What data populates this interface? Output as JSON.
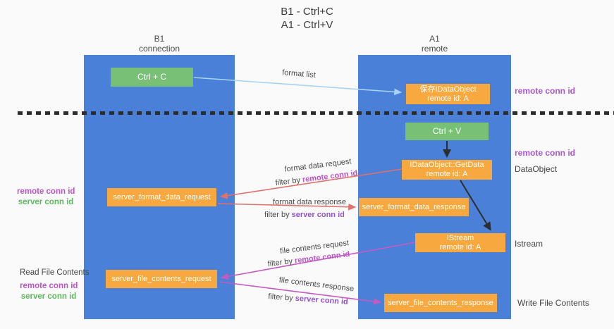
{
  "title": {
    "line1": "B1 - Ctrl+C",
    "line2": "A1 - Ctrl+V"
  },
  "lanes": {
    "left": {
      "header_line1": "B1",
      "header_line2": "connection"
    },
    "right": {
      "header_line1": "A1",
      "header_line2": "remote"
    }
  },
  "boxes": {
    "ctrl_c": "Ctrl + C",
    "ctrl_v": "Ctrl + V",
    "save_idataobject": {
      "line1": "保存IDataObject",
      "line2": "remote id: A"
    },
    "getdata": {
      "line1": "IDataObject::GetData",
      "line2": "remote id: A"
    },
    "istream": {
      "line1": "IStream",
      "line2": "remote id: A"
    },
    "format_request": "server_format_data_request",
    "format_response": "server_format_data_response",
    "file_request": "server_file_contents_request",
    "file_response": "server_file_contents_response"
  },
  "arrow_labels": {
    "format_list": "format list",
    "format_data_request": "format data request",
    "format_data_response": "format data response",
    "file_contents_request": "file contents request",
    "file_contents_response": "file contents response",
    "filter_by": "filter by ",
    "remote_conn_id": "remote conn id",
    "server_conn_id": "server conn id"
  },
  "side_labels": {
    "remote_conn_id_top": "remote conn id",
    "remote_conn_id_mid": "remote conn id",
    "dataobject": "DataObject",
    "istream": "Istream",
    "write_file_contents": "Write File Contents",
    "read_file_contents": "Read File Contents",
    "left_remote_conn_id_1": "remote conn id",
    "left_server_conn_id_1": "server conn id",
    "left_remote_conn_id_2": "remote conn id",
    "left_server_conn_id_2": "server conn id"
  },
  "colors": {
    "lane_blue": "#4a80d8",
    "box_orange": "#f7a83e",
    "box_green": "#79c077",
    "arrow_lightblue": "#a8d3f2",
    "arrow_red": "#e0706b",
    "arrow_magenta": "#c45bc0",
    "arrow_black": "#2d2d2d",
    "text_dark": "#444444",
    "remote_magenta": "#bc53c5",
    "server_purple": "#9353c9",
    "side_purple": "#aa57cc",
    "server_green": "#5cb85c",
    "background": "#fafafa"
  }
}
